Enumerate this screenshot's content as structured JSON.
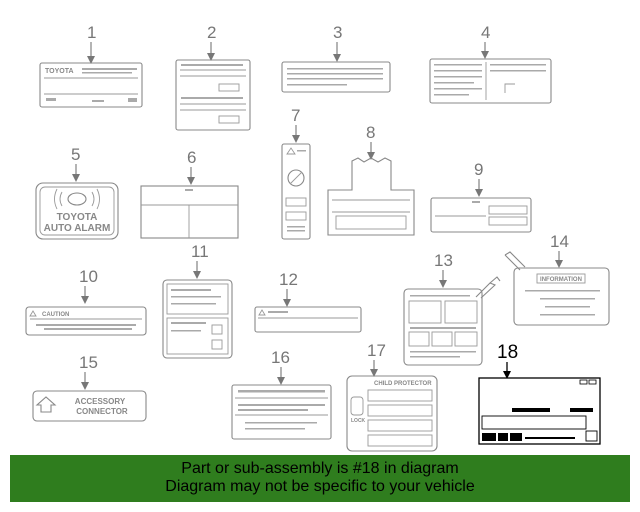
{
  "callouts": [
    "1",
    "2",
    "3",
    "4",
    "5",
    "6",
    "7",
    "8",
    "9",
    "10",
    "11",
    "12",
    "13",
    "14",
    "15",
    "16",
    "17",
    "18"
  ],
  "highlighted_callout": "18",
  "label_text": {
    "toyota": "TOYOTA",
    "auto_alarm_line1": "TOYOTA",
    "auto_alarm_line2": "AUTO ALARM",
    "caution": "CAUTION",
    "information": "INFORMATION",
    "accessory_line1": "ACCESSORY",
    "accessory_line2": "CONNECTOR",
    "child_protector": "CHILD PROTECTOR",
    "lock": "LOCK"
  },
  "banner": {
    "line1": "Part or sub-assembly is #18 in diagram",
    "line2": "Diagram may not be specific to your vehicle",
    "color": "#2f7d1e"
  }
}
